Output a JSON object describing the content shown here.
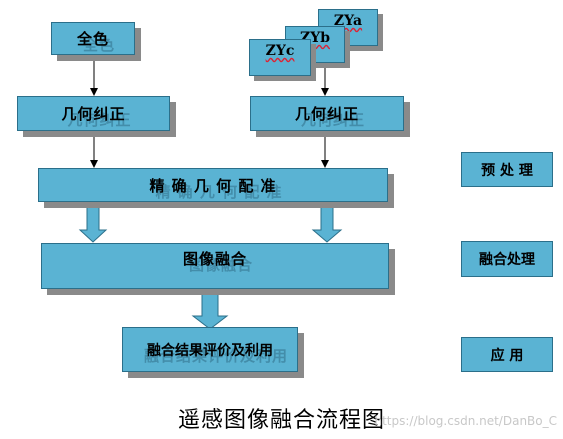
{
  "nodes": {
    "full_color": "全色",
    "geo_left": "几何纠正",
    "geo_right": "几何纠正",
    "registration": "精 确 几 何 配 准",
    "fusion": "图像融合",
    "evaluation": "融合结果评价及利用",
    "zya": "ZYa",
    "zyb": "ZYb",
    "zyc": "ZYc"
  },
  "stages": {
    "preprocess": "预 处 理",
    "fusion_process": "融合处理",
    "application": "应 用"
  },
  "caption": "遥感图像融合流程图",
  "watermark": "https://blog.csdn.net/DanBo_C",
  "colors": {
    "box_fill": "#5ab3d3",
    "box_border": "#2b6f8a",
    "shadow": "#8a8a8a"
  }
}
